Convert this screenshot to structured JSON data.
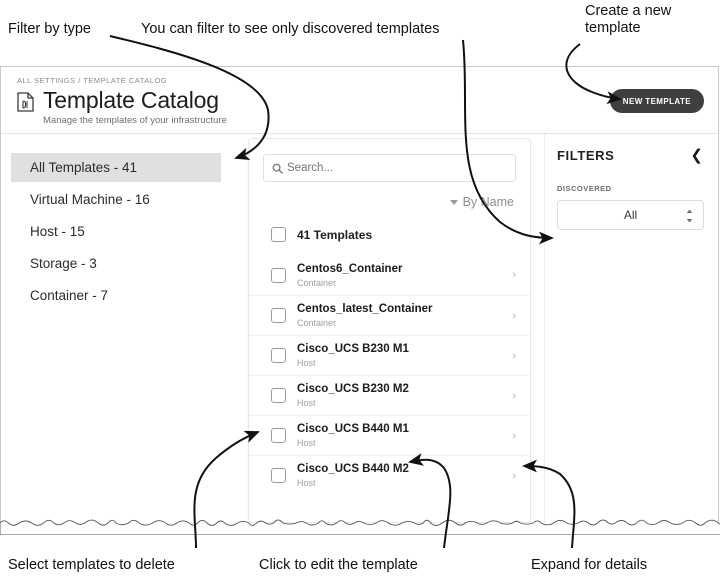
{
  "annotations": {
    "filter_by_type": "Filter by type",
    "discovered_filter": "You can filter to see only discovered templates",
    "create_new_template": "Create a new\ntemplate",
    "select_to_delete": "Select templates to delete",
    "click_to_edit": "Click to edit the template",
    "expand_for_details": "Expand for details"
  },
  "header": {
    "breadcrumb": "ALL SETTINGS / TEMPLATE CATALOG",
    "title": "Template Catalog",
    "subtitle": "Manage the templates of your infrastructure",
    "new_template_label": "NEW TEMPLATE",
    "icon": "document-template-icon"
  },
  "sidebar": {
    "items": [
      {
        "label": "All Templates - 41",
        "name": "All Templates",
        "count": 41,
        "active": true
      },
      {
        "label": "Virtual Machine - 16",
        "name": "Virtual Machine",
        "count": 16,
        "active": false
      },
      {
        "label": "Host - 15",
        "name": "Host",
        "count": 15,
        "active": false
      },
      {
        "label": "Storage - 3",
        "name": "Storage",
        "count": 3,
        "active": false
      },
      {
        "label": "Container - 7",
        "name": "Container",
        "count": 7,
        "active": false
      }
    ]
  },
  "list": {
    "search_placeholder": "Search...",
    "search_value": "",
    "search_icon": "search-icon",
    "sort_label": "By Name",
    "sort_caret_icon": "caret-down-icon",
    "select_all_label": "41 Templates",
    "select_all_checked": false,
    "chevron_icon": "chevron-right-icon",
    "rows": [
      {
        "name": "Centos6_Container",
        "type": "Container",
        "checked": false
      },
      {
        "name": "Centos_latest_Container",
        "type": "Container",
        "checked": false
      },
      {
        "name": "Cisco_UCS B230 M1",
        "type": "Host",
        "checked": false
      },
      {
        "name": "Cisco_UCS B230 M2",
        "type": "Host",
        "checked": false
      },
      {
        "name": "Cisco_UCS B440 M1",
        "type": "Host",
        "checked": false
      },
      {
        "name": "Cisco_UCS B440 M2",
        "type": "Host",
        "checked": false
      }
    ]
  },
  "filters": {
    "title": "FILTERS",
    "collapse_icon": "chevron-down-icon",
    "discovered_label": "DISCOVERED",
    "discovered_value": "All",
    "discovered_options": [
      "All"
    ],
    "stepper_icon": "spinner-updown-icon"
  },
  "colors": {
    "button_dark": "#3f3f3f",
    "sidebar_active": "#e0e0e0",
    "text_primary": "#1b1b1b",
    "text_muted": "#9e9e9e",
    "border": "#e8e8e8"
  }
}
